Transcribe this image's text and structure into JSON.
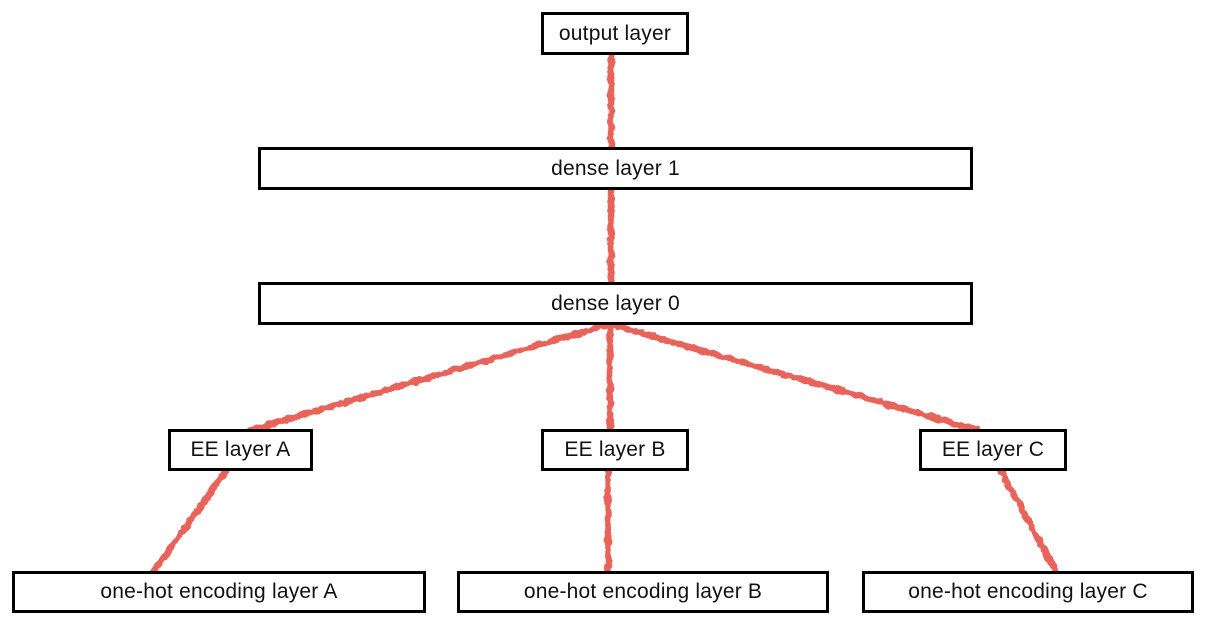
{
  "diagram": {
    "type": "neural-network-architecture",
    "background_color": "#ffffff",
    "edge_color": "#e8635a",
    "box_border_color": "#000000",
    "box_fill_color": "#ffffff",
    "text_color": "#111111",
    "nodes": [
      {
        "id": "output-layer",
        "label": "output layer"
      },
      {
        "id": "dense-layer-1",
        "label": "dense layer 1"
      },
      {
        "id": "dense-layer-0",
        "label": "dense layer 0"
      },
      {
        "id": "ee-layer-a",
        "label": "EE layer A"
      },
      {
        "id": "ee-layer-b",
        "label": "EE layer B"
      },
      {
        "id": "ee-layer-c",
        "label": "EE layer C"
      },
      {
        "id": "one-hot-a",
        "label": "one-hot encoding layer A"
      },
      {
        "id": "one-hot-b",
        "label": "one-hot encoding layer B"
      },
      {
        "id": "one-hot-c",
        "label": "one-hot encoding layer C"
      }
    ],
    "edges": [
      {
        "from": "output-layer",
        "to": "dense-layer-1"
      },
      {
        "from": "dense-layer-1",
        "to": "dense-layer-0"
      },
      {
        "from": "dense-layer-0",
        "to": "ee-layer-a"
      },
      {
        "from": "dense-layer-0",
        "to": "ee-layer-b"
      },
      {
        "from": "dense-layer-0",
        "to": "ee-layer-c"
      },
      {
        "from": "ee-layer-a",
        "to": "one-hot-a"
      },
      {
        "from": "ee-layer-b",
        "to": "one-hot-b"
      },
      {
        "from": "ee-layer-c",
        "to": "one-hot-c"
      }
    ]
  }
}
